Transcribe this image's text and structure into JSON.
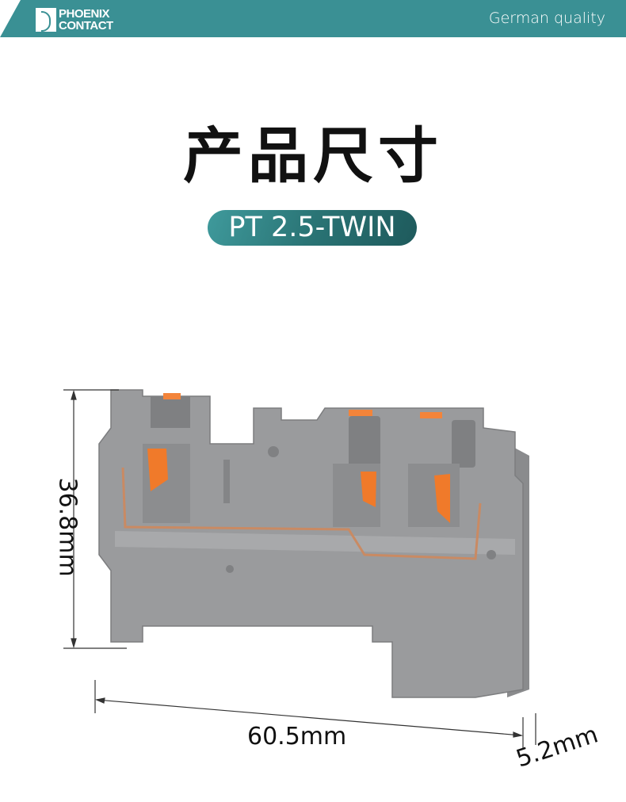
{
  "header": {
    "brand_logo_text": "PHOENIX CONTACT",
    "tagline": "German quality"
  },
  "title": "产品尺寸",
  "model_badge": "PT 2.5-TWIN",
  "dimensions": {
    "height": "36.8mm",
    "length": "60.5mm",
    "width": "5.2mm"
  },
  "colors": {
    "header": "#3a9094",
    "housing": "#9a9b9d",
    "lever": "#f07a2a"
  }
}
